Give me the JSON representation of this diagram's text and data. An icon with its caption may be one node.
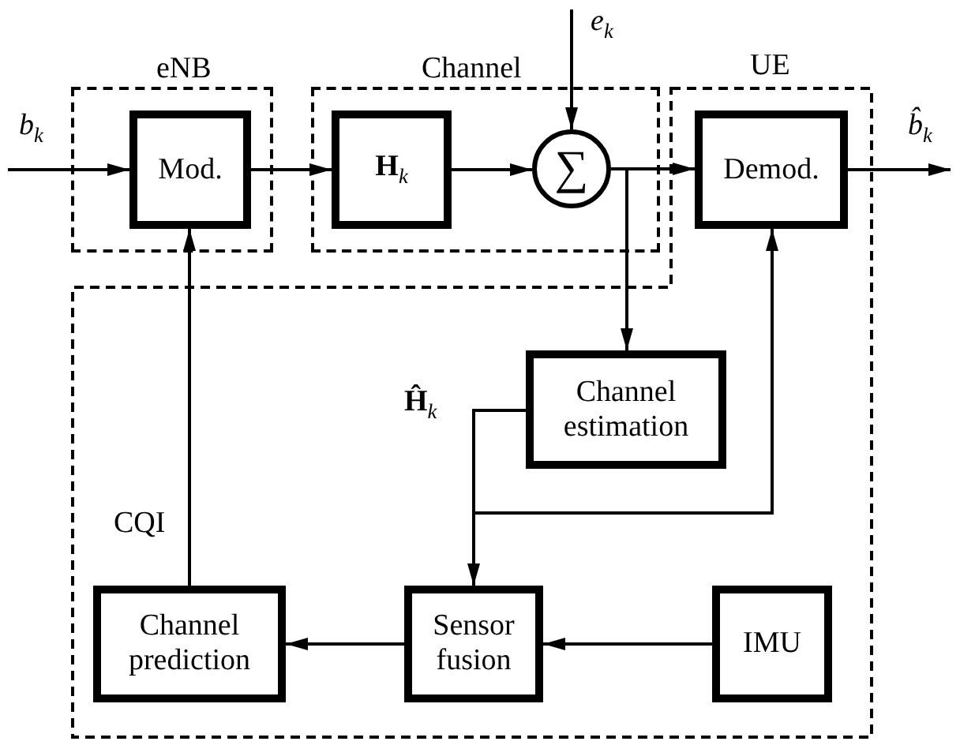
{
  "diagram": {
    "nodes": [
      {
        "text": [
          "eNB"
        ]
      },
      {
        "text": [
          "Mod."
        ],
        "in": 0
      },
      {
        "text": [
          "Channel"
        ]
      },
      {
        "text": [
          "**H**$_{k}$"
        ],
        "in": 2
      },
      {
        "text": [
          "∑"
        ],
        "in": 2
      },
      {
        "text": [
          "UE"
        ]
      },
      {
        "text": [
          "Demod."
        ],
        "in": 5
      },
      {
        "text": [
          "Channel estimation"
        ],
        "in": 5
      },
      {
        "text": [
          "Channel prediction"
        ],
        "in": 5
      },
      {
        "text": [
          "Sensor fusion"
        ],
        "in": 5
      },
      {
        "text": [
          "IMU"
        ],
        "in": 5
      }
    ],
    "edges": [
      {
        "from": null,
        "to": 1,
        "arrow": "to",
        "label": "b$_{k}$"
      },
      {
        "from": 1,
        "to": 3,
        "arrow": "to"
      },
      {
        "from": 3,
        "to": 4,
        "arrow": "to"
      },
      {
        "from": null,
        "to": 4,
        "arrow": "to",
        "label": "e$_{k}$"
      },
      {
        "from": 4,
        "to": 6,
        "arrow": "to"
      },
      {
        "from": 4,
        "to": 7,
        "arrow": "to"
      },
      {
        "from": 6,
        "to": null,
        "arrow": "to",
        "label": "b̂$_{k}$"
      },
      {
        "from": 7,
        "to": 9,
        "arrow": "to",
        "label": "**Ĥ**$_{k}$"
      },
      {
        "from": 7,
        "to": 6,
        "arrow": "to"
      },
      {
        "from": 10,
        "to": 9,
        "arrow": "to"
      },
      {
        "from": 9,
        "to": 8,
        "arrow": "to"
      },
      {
        "from": 8,
        "to": 1,
        "arrow": "to",
        "label": "CQI"
      }
    ]
  }
}
